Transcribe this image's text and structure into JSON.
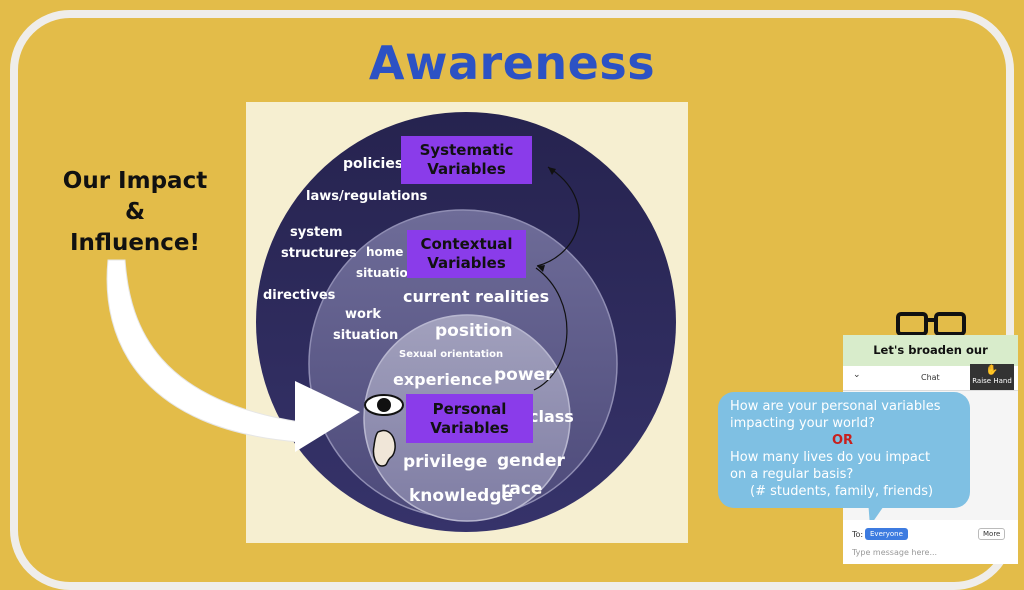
{
  "slide": {
    "title": "Awareness",
    "impact": {
      "line1": "Our Impact",
      "line2": "&",
      "line3": "Influence!"
    }
  },
  "diagram": {
    "outer_labels": [
      "policies",
      "laws/regulations",
      "system",
      "structures",
      "directives"
    ],
    "middle_labels": [
      "home",
      "situation",
      "current realities",
      "work",
      "situation"
    ],
    "inner_labels": [
      "position",
      "Sexual orientation",
      "experience",
      "power",
      "class",
      "privilege",
      "gender",
      "race",
      "knowledge"
    ],
    "boxes": {
      "systematic": {
        "line1": "Systematic",
        "line2": "Variables"
      },
      "contextual": {
        "line1": "Contextual",
        "line2": "Variables"
      },
      "personal": {
        "line1": "Personal",
        "line2": "Variables"
      }
    },
    "icons": [
      "eye-icon",
      "ear-icon",
      "glasses-icon"
    ],
    "colors": {
      "outer": "#2E2A5C",
      "middle": "#5A5786",
      "inner": "#8E8DAE",
      "box": "#8A3CEA",
      "background": "#E3BC49",
      "title": "#2C52C4"
    }
  },
  "zoom": {
    "header": "Let's broaden our perspective",
    "chat_title": "Chat",
    "collapse": "⌄",
    "raise_hand": "Raise Hand",
    "to_label": "To:",
    "recipient": "Everyone",
    "more": "More",
    "placeholder": "Type message here..."
  },
  "bubble": {
    "line1": "How are your personal variables",
    "line2": "impacting your world?",
    "or": "OR",
    "line3": "How many lives do you impact",
    "line4": "on a regular basis?",
    "line5": "(# students, family, friends)"
  }
}
